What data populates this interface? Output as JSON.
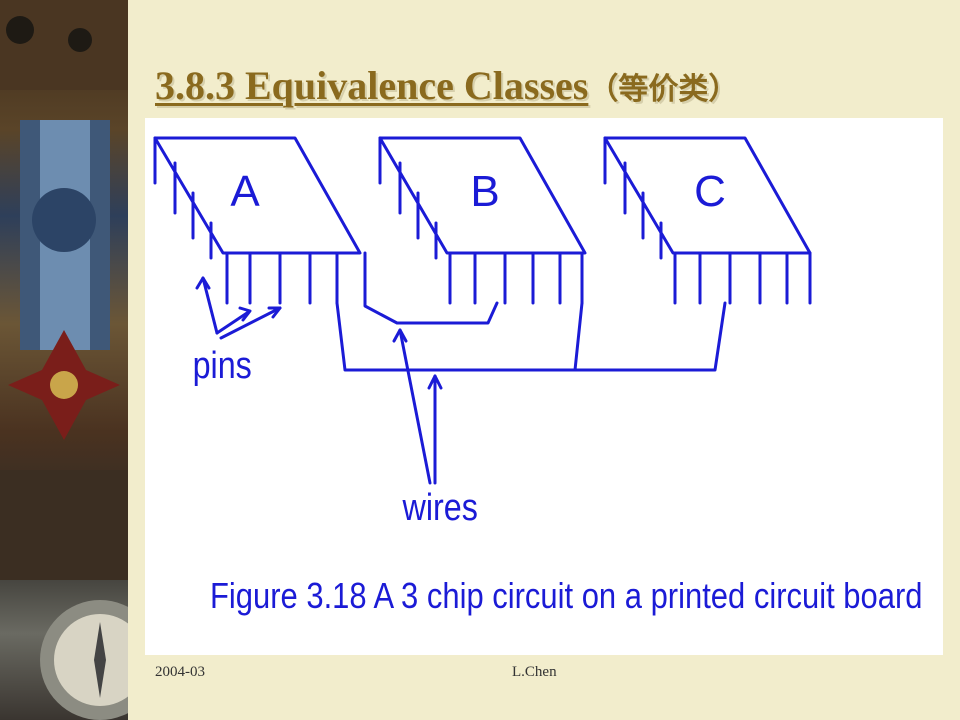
{
  "slide": {
    "title_number_name": "3.8.3  Equivalence Classes",
    "title_cjk": "（等价类）",
    "figure": {
      "chip_labels": [
        "A",
        "B",
        "C"
      ],
      "pins_label": "pins",
      "wires_label": "wires",
      "caption": "Figure 3.18 A 3 chip circuit on a printed circuit board"
    },
    "footer_date": "2004-03",
    "footer_author": "L.Chen"
  },
  "colors": {
    "figure_ink": "#1b1bd6",
    "title": "#8a6a1e",
    "background": "#f2edcc"
  },
  "icons": [
    "medal-decoration",
    "compass-decoration"
  ]
}
